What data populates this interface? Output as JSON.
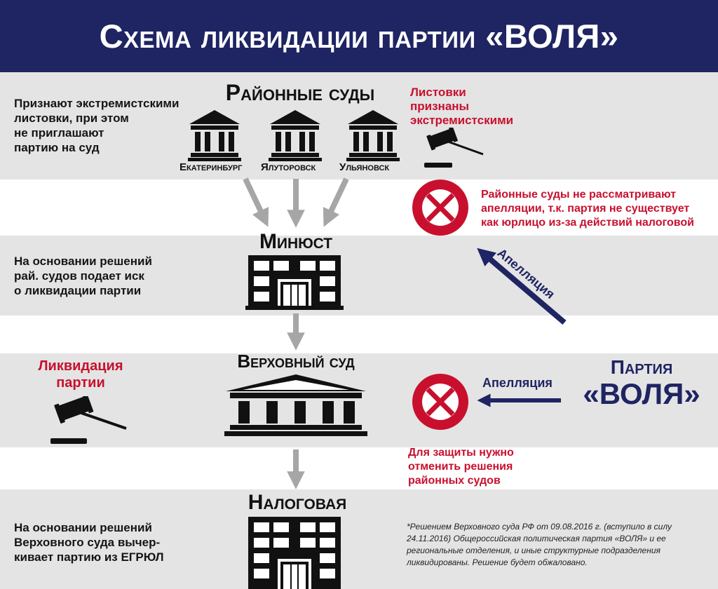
{
  "header": {
    "title": "Схема ликвидации партии «ВОЛЯ»"
  },
  "colors": {
    "header_bg": "#1f2463",
    "band": "#e4e4e4",
    "red": "#c8102e",
    "navy": "#1f2463",
    "arrow_gray": "#a6a6a6"
  },
  "district": {
    "title": "Районные суды",
    "left_text": "Признают экстремистскими\nлистовки, при этом\nне приглашают\nпартию на суд",
    "cities": [
      "Екатеринбург",
      "Ялуторовск",
      "Ульяновск"
    ],
    "red_text": "Листовки\nпризнаны\nэкстремистскими",
    "icon": "gavel-icon"
  },
  "rejection_top": {
    "text": "Районные суды не рассматривают\nапелляции, т.к. партия не существует\nкак юрлицо из-за действий налоговой",
    "icon": "cross-circle-icon"
  },
  "ministry": {
    "title": "Минюст",
    "left_text": "На основании решений\nрай. судов подает иск\nо ликвидации партии",
    "icon": "building-icon"
  },
  "appeal_diagonal": {
    "label": "Апелляция"
  },
  "supreme": {
    "title": "Верховный суд",
    "red_text": "Ликвидация\nпартии",
    "icon": "court-icon"
  },
  "party": {
    "line1": "Партия",
    "line2": "«ВОЛЯ»"
  },
  "appeal_horizontal": {
    "label": "Апелляция"
  },
  "rejection_bottom": {
    "text": "Для защиты нужно\nотменить решения\nрайонных судов",
    "icon": "cross-circle-icon"
  },
  "tax": {
    "title": "Налоговая",
    "left_text": "На основании решений\nВерховного суда вычер-\nкивает партию из ЕГРЮЛ",
    "icon": "building-icon"
  },
  "footnote": "*Решением Верховного суда РФ от 09.08.2016 г. (вступило в силу 24.11.2016) Общероссийская политическая партия «ВОЛЯ» и ее региональные отделения, и иные структурные подразделения ликвидированы. Решение будет обжаловано."
}
